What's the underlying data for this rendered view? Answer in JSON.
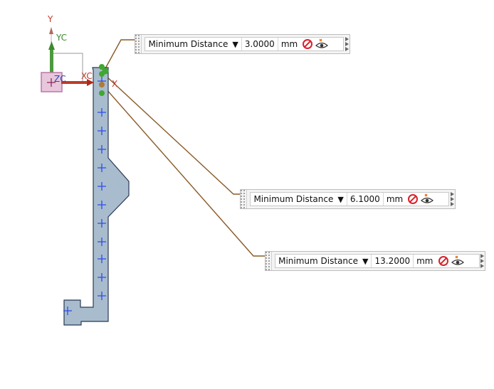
{
  "axes": {
    "y_label": "Y",
    "yc_label": "YC",
    "zc_label": "ZC",
    "xc_label": "XC",
    "x_label": "X"
  },
  "dimensions": [
    {
      "mode": "Minimum Distance",
      "value": "3.0000",
      "unit": "mm"
    },
    {
      "mode": "Minimum Distance",
      "value": "6.1000",
      "unit": "mm"
    },
    {
      "mode": "Minimum Distance",
      "value": "13.2000",
      "unit": "mm"
    }
  ],
  "colors": {
    "part_fill": "#a8bccd",
    "part_stroke": "#2a3a55",
    "grid_cross": "#2b4cf0",
    "leader": "#8a5a26",
    "point_green": "#3fa82e",
    "point_brown": "#b07a3a",
    "axis_y": "#4c9a3d",
    "axis_x": "#c0392b",
    "zc_box": "#b77aa6"
  },
  "icons": [
    "no-entry-icon",
    "visibility-eye-icon",
    "expand-arrows-icon",
    "drag-grip-icon"
  ]
}
